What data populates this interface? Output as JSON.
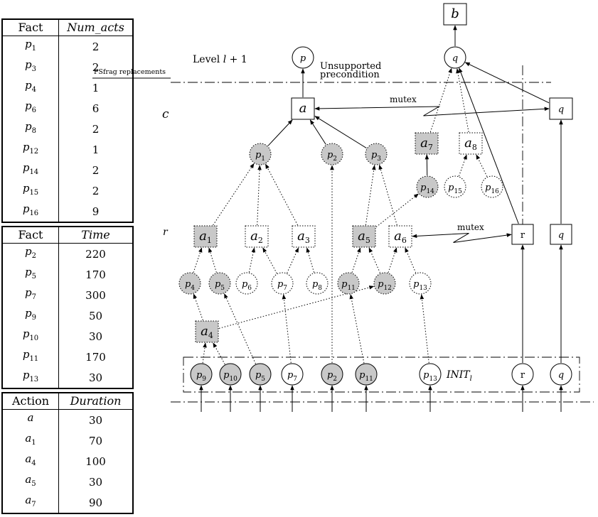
{
  "tables": [
    {
      "headers": [
        "Fact",
        "Num_acts"
      ],
      "rows": [
        {
          "sym": "p",
          "sub": "1",
          "val": "2"
        },
        {
          "sym": "p",
          "sub": "3",
          "val": "2"
        },
        {
          "sym": "p",
          "sub": "4",
          "val": "1"
        },
        {
          "sym": "p",
          "sub": "6",
          "val": "6"
        },
        {
          "sym": "p",
          "sub": "8",
          "val": "2"
        },
        {
          "sym": "p",
          "sub": "12",
          "val": "1"
        },
        {
          "sym": "p",
          "sub": "14",
          "val": "2"
        },
        {
          "sym": "p",
          "sub": "15",
          "val": "2"
        },
        {
          "sym": "p",
          "sub": "16",
          "val": "9"
        }
      ]
    },
    {
      "headers": [
        "Fact",
        "Time"
      ],
      "rows": [
        {
          "sym": "p",
          "sub": "2",
          "val": "220"
        },
        {
          "sym": "p",
          "sub": "5",
          "val": "170"
        },
        {
          "sym": "p",
          "sub": "7",
          "val": "300"
        },
        {
          "sym": "p",
          "sub": "9",
          "val": "50"
        },
        {
          "sym": "p",
          "sub": "10",
          "val": "30"
        },
        {
          "sym": "p",
          "sub": "11",
          "val": "170"
        },
        {
          "sym": "p",
          "sub": "13",
          "val": "30"
        }
      ]
    },
    {
      "headers": [
        "Action",
        "Duration"
      ],
      "rows": [
        {
          "sym": "a",
          "sub": "",
          "val": "30"
        },
        {
          "sym": "a",
          "sub": "1",
          "val": "70"
        },
        {
          "sym": "a",
          "sub": "4",
          "val": "100"
        },
        {
          "sym": "a",
          "sub": "5",
          "val": "30"
        },
        {
          "sym": "a",
          "sub": "7",
          "val": "90"
        }
      ]
    }
  ],
  "labels": {
    "psfrag": "PSfrag replacements",
    "level": "Level l + 1",
    "unsupported_line1": "Unsupported",
    "unsupported_line2": "precondition",
    "c": "c",
    "r": "r",
    "mutex": "mutex",
    "init": "INIT",
    "init_sub": "l"
  },
  "nodes": [
    {
      "id": "b",
      "shape": "rect",
      "sym": "b",
      "sub": "",
      "style": "solid"
    },
    {
      "id": "p-top",
      "shape": "circle",
      "sym": "p",
      "sub": "",
      "style": "solid"
    },
    {
      "id": "q-top",
      "shape": "circle",
      "sym": "q",
      "sub": "",
      "style": "solid"
    },
    {
      "id": "a",
      "shape": "rect",
      "sym": "a",
      "sub": "",
      "style": "solid"
    },
    {
      "id": "q-noop-c",
      "shape": "rect",
      "sym": "q",
      "sub": "",
      "style": "solid"
    },
    {
      "id": "p1",
      "shape": "circle",
      "sym": "p",
      "sub": "1",
      "style": "gray"
    },
    {
      "id": "p2",
      "shape": "circle",
      "sym": "p",
      "sub": "2",
      "style": "gray"
    },
    {
      "id": "p3",
      "shape": "circle",
      "sym": "p",
      "sub": "3",
      "style": "gray"
    },
    {
      "id": "a7",
      "shape": "rect",
      "sym": "a",
      "sub": "7",
      "style": "gray"
    },
    {
      "id": "a8",
      "shape": "rect",
      "sym": "a",
      "sub": "8",
      "style": "dotted"
    },
    {
      "id": "p14",
      "shape": "circle",
      "sym": "p",
      "sub": "14",
      "style": "gray"
    },
    {
      "id": "p15",
      "shape": "circle",
      "sym": "p",
      "sub": "15",
      "style": "dotted"
    },
    {
      "id": "p16",
      "shape": "circle",
      "sym": "p",
      "sub": "16",
      "style": "dotted"
    },
    {
      "id": "a1",
      "shape": "rect",
      "sym": "a",
      "sub": "1",
      "style": "gray"
    },
    {
      "id": "a2",
      "shape": "rect",
      "sym": "a",
      "sub": "2",
      "style": "dotted"
    },
    {
      "id": "a3",
      "shape": "rect",
      "sym": "a",
      "sub": "3",
      "style": "dotted"
    },
    {
      "id": "a5",
      "shape": "rect",
      "sym": "a",
      "sub": "5",
      "style": "gray"
    },
    {
      "id": "a6",
      "shape": "rect",
      "sym": "a",
      "sub": "6",
      "style": "dotted"
    },
    {
      "id": "r-noop",
      "shape": "rect",
      "sym": "r",
      "sub": "",
      "style": "solid-plain"
    },
    {
      "id": "q-noop-r",
      "shape": "rect",
      "sym": "q",
      "sub": "",
      "style": "solid"
    },
    {
      "id": "p4",
      "shape": "circle",
      "sym": "p",
      "sub": "4",
      "style": "gray"
    },
    {
      "id": "p5",
      "shape": "circle",
      "sym": "p",
      "sub": "5",
      "style": "gray"
    },
    {
      "id": "p6",
      "shape": "circle",
      "sym": "p",
      "sub": "6",
      "style": "dotted"
    },
    {
      "id": "p7",
      "shape": "circle",
      "sym": "p",
      "sub": "7",
      "style": "dotted"
    },
    {
      "id": "p8",
      "shape": "circle",
      "sym": "p",
      "sub": "8",
      "style": "dotted"
    },
    {
      "id": "p11",
      "shape": "circle",
      "sym": "p",
      "sub": "11",
      "style": "gray"
    },
    {
      "id": "p12",
      "shape": "circle",
      "sym": "p",
      "sub": "12",
      "style": "gray"
    },
    {
      "id": "p13",
      "shape": "circle",
      "sym": "p",
      "sub": "13",
      "style": "dotted"
    },
    {
      "id": "a4",
      "shape": "rect",
      "sym": "a",
      "sub": "4",
      "style": "gray"
    },
    {
      "id": "i-p9",
      "shape": "circle",
      "sym": "p",
      "sub": "9",
      "style": "gray-solid"
    },
    {
      "id": "i-p10",
      "shape": "circle",
      "sym": "p",
      "sub": "10",
      "style": "gray-solid"
    },
    {
      "id": "i-p5",
      "shape": "circle",
      "sym": "p",
      "sub": "5",
      "style": "gray-solid"
    },
    {
      "id": "i-p7",
      "shape": "circle",
      "sym": "p",
      "sub": "7",
      "style": "solid"
    },
    {
      "id": "i-p2",
      "shape": "circle",
      "sym": "p",
      "sub": "2",
      "style": "gray-solid"
    },
    {
      "id": "i-p11",
      "shape": "circle",
      "sym": "p",
      "sub": "11",
      "style": "gray-solid"
    },
    {
      "id": "i-p13",
      "shape": "circle",
      "sym": "p",
      "sub": "13",
      "style": "solid"
    },
    {
      "id": "i-r",
      "shape": "circle",
      "sym": "r",
      "sub": "",
      "style": "solid-plain"
    },
    {
      "id": "i-q",
      "shape": "circle",
      "sym": "q",
      "sub": "",
      "style": "solid"
    }
  ],
  "edges": [
    {
      "from": "q-top",
      "to": "b",
      "style": "solid"
    },
    {
      "from": "a",
      "to": "p-top",
      "style": "solid"
    },
    {
      "from": "a7",
      "to": "q-top",
      "style": "dotted"
    },
    {
      "from": "a8",
      "to": "q-top",
      "style": "dotted"
    },
    {
      "from": "q-noop-c",
      "to": "q-top",
      "style": "solid"
    },
    {
      "from": "p1",
      "to": "a",
      "style": "solid"
    },
    {
      "from": "p2",
      "to": "a",
      "style": "solid"
    },
    {
      "from": "p3",
      "to": "a",
      "style": "solid"
    },
    {
      "from": "p14",
      "to": "a7",
      "style": "solid"
    },
    {
      "from": "p15",
      "to": "a8",
      "style": "dotted"
    },
    {
      "from": "p16",
      "to": "a8",
      "style": "dotted"
    },
    {
      "from": "a1",
      "to": "p1",
      "style": "dotted"
    },
    {
      "from": "a2",
      "to": "p1",
      "style": "dotted"
    },
    {
      "from": "a3",
      "to": "p1",
      "style": "dotted"
    },
    {
      "from": "a5",
      "to": "p3",
      "style": "dotted"
    },
    {
      "from": "a6",
      "to": "p3",
      "style": "dotted"
    },
    {
      "from": "a5",
      "to": "p14",
      "style": "dotted"
    },
    {
      "from": "r-noop",
      "to": "q-top",
      "style": "solid"
    },
    {
      "from": "q-noop-r",
      "to": "q-noop-c",
      "style": "solid"
    },
    {
      "from": "p4",
      "to": "a1",
      "style": "dotted"
    },
    {
      "from": "p5",
      "to": "a1",
      "style": "dotted"
    },
    {
      "from": "p6",
      "to": "a2",
      "style": "dotted"
    },
    {
      "from": "p7",
      "to": "a2",
      "style": "dotted"
    },
    {
      "from": "p7",
      "to": "a3",
      "style": "dotted"
    },
    {
      "from": "p8",
      "to": "a3",
      "style": "dotted"
    },
    {
      "from": "p11",
      "to": "a5",
      "style": "dotted"
    },
    {
      "from": "p12",
      "to": "a5",
      "style": "dotted"
    },
    {
      "from": "p12",
      "to": "a6",
      "style": "dotted"
    },
    {
      "from": "p13",
      "to": "a6",
      "style": "dotted"
    },
    {
      "from": "a4",
      "to": "p4",
      "style": "dotted"
    },
    {
      "from": "a4",
      "to": "p12",
      "style": "dotted"
    },
    {
      "from": "i-p9",
      "to": "a4",
      "style": "dotted"
    },
    {
      "from": "i-p10",
      "to": "a4",
      "style": "dotted"
    },
    {
      "from": "i-p5",
      "to": "p5",
      "style": "dotted"
    },
    {
      "from": "i-p7",
      "to": "p7",
      "style": "dotted"
    },
    {
      "from": "i-p2",
      "to": "p2",
      "style": "dotted"
    },
    {
      "from": "i-p11",
      "to": "p11",
      "style": "dotted"
    },
    {
      "from": "i-p13",
      "to": "p13",
      "style": "dotted"
    },
    {
      "from": "i-r",
      "to": "r-noop",
      "style": "solid"
    },
    {
      "from": "i-q",
      "to": "q-noop-r",
      "style": "solid"
    }
  ],
  "mutex_pairs": [
    {
      "from": "a",
      "to": "q-noop-c"
    },
    {
      "from": "a6",
      "to": "r-noop"
    }
  ]
}
